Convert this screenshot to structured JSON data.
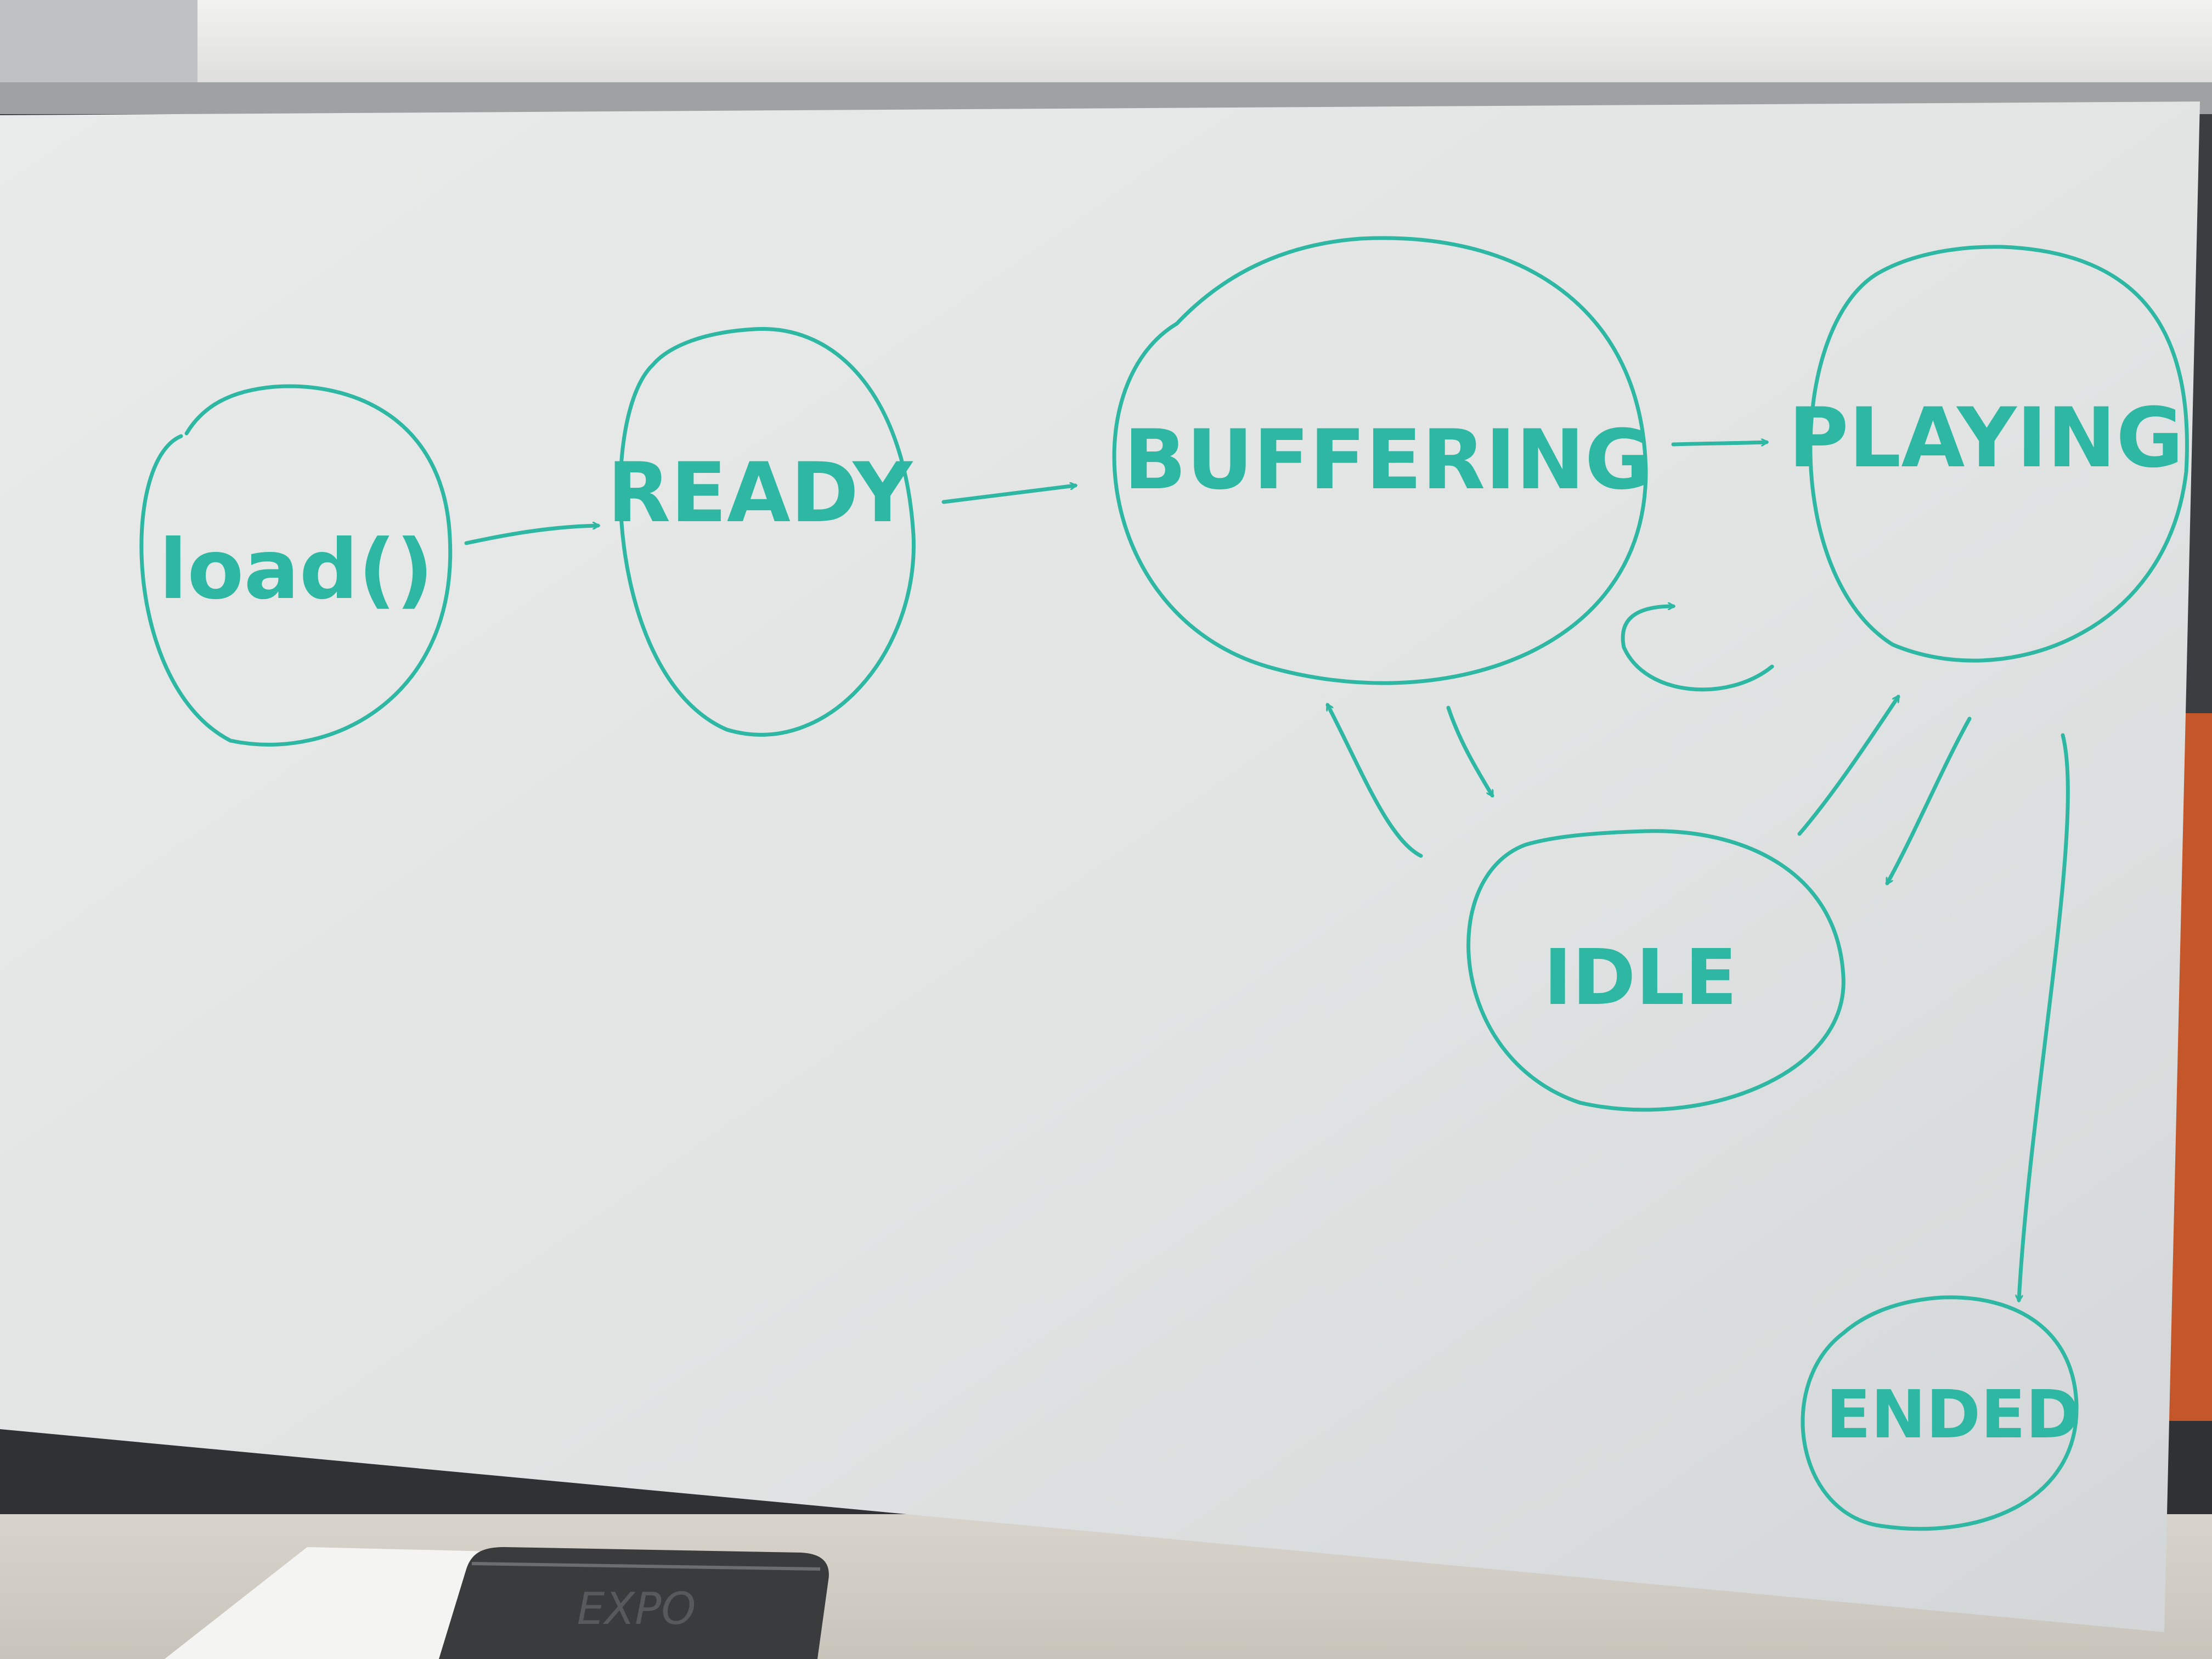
{
  "diagram": {
    "ink_color": "#2eb8a4",
    "board_color": "#e4e6e6",
    "nodes": [
      {
        "id": "load",
        "label": "load()"
      },
      {
        "id": "ready",
        "label": "READY"
      },
      {
        "id": "buffering",
        "label": "BUFFERING"
      },
      {
        "id": "playing",
        "label": "PLAYING"
      },
      {
        "id": "idle",
        "label": "IDLE"
      },
      {
        "id": "ended",
        "label": "ENDED"
      }
    ],
    "edges": [
      {
        "from": "load",
        "to": "ready"
      },
      {
        "from": "ready",
        "to": "buffering"
      },
      {
        "from": "buffering",
        "to": "playing"
      },
      {
        "from": "playing",
        "to": "buffering"
      },
      {
        "from": "buffering",
        "to": "idle"
      },
      {
        "from": "idle",
        "to": "buffering"
      },
      {
        "from": "idle",
        "to": "playing"
      },
      {
        "from": "playing",
        "to": "idle"
      },
      {
        "from": "playing",
        "to": "ended"
      }
    ],
    "eraser": {
      "icon": "whiteboard-eraser-icon",
      "brand": "EXPO"
    }
  }
}
